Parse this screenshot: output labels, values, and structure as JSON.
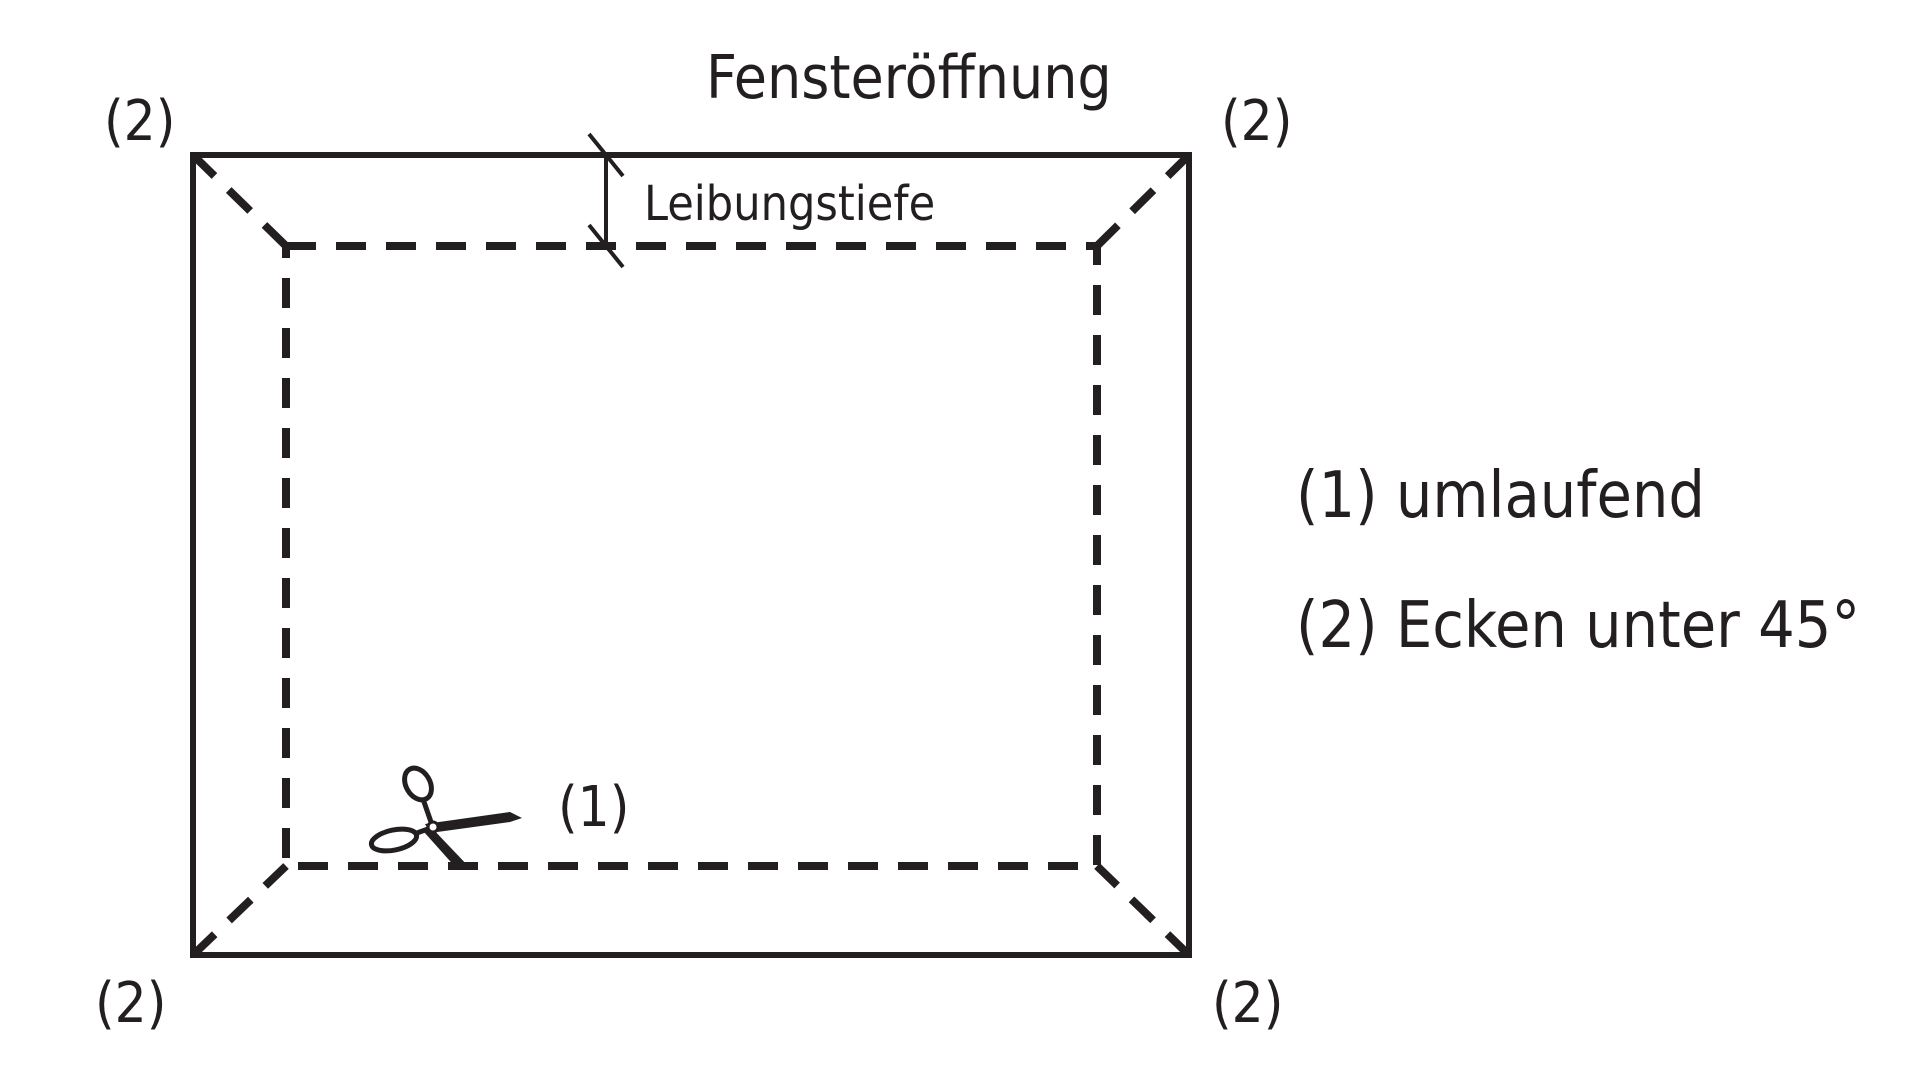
{
  "colors": {
    "line": "#231f20",
    "background": "#ffffff"
  },
  "labels": {
    "title": "Fensteröffnung",
    "depth": "Leibungstiefe",
    "corner_tl": "(2)",
    "corner_tr": "(2)",
    "corner_bl": "(2)",
    "corner_br": "(2)",
    "cut_marker": "(1)"
  },
  "legend": {
    "item1": "(1) umlaufend",
    "item2": "(2) Ecken unter 45°"
  },
  "icons": {
    "cut": "scissors-icon"
  }
}
